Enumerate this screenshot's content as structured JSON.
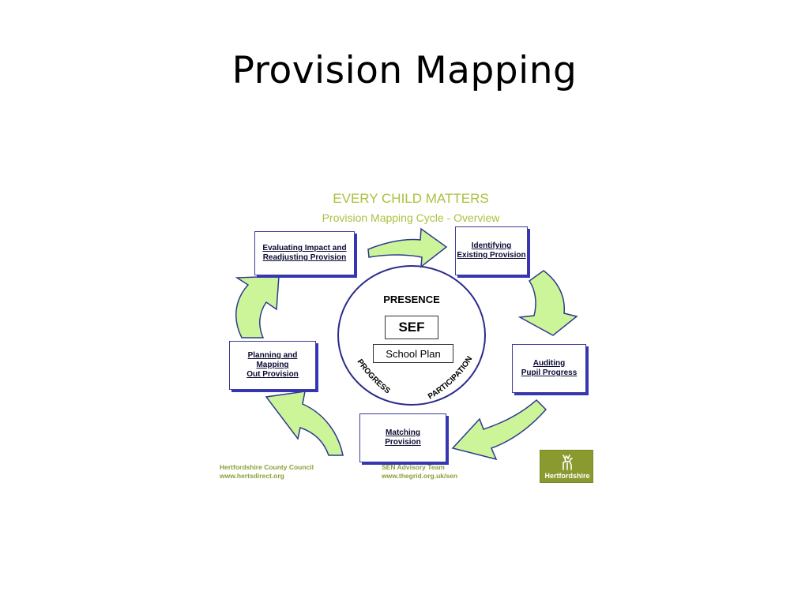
{
  "slide": {
    "title": "Provision Mapping"
  },
  "diagram": {
    "header_title": "EVERY CHILD MATTERS",
    "header_subtitle": "Provision Mapping Cycle - Overview",
    "center": {
      "presence": "PRESENCE",
      "sef": "SEF",
      "school_plan": "School Plan",
      "progress": "PROGRESS",
      "participation": "PARTICIPATION"
    },
    "stages": {
      "identifying": [
        "Identifying",
        "Existing Provision"
      ],
      "auditing": [
        "Auditing",
        "Pupil Progress"
      ],
      "matching": [
        "Matching",
        "Provision"
      ],
      "planning": [
        "Planning and",
        "Mapping",
        "Out Provision"
      ],
      "evaluating": [
        "Evaluating Impact and",
        "Readjusting Provision"
      ]
    },
    "footer_left": [
      "Hertfordshire County Council",
      "www.hertsdirect.org"
    ],
    "footer_right": [
      "SEN Advisory Team",
      "www.thegrid.org.uk/sen"
    ],
    "logo_text": "Hertfordshire",
    "colors": {
      "arrow_fill": "#ccf59a",
      "arrow_stroke": "#2e3a8c",
      "header_green": "#a9c23f",
      "box_shadow_blue": "#3535b5",
      "logo_green": "#8b9a2f"
    }
  }
}
